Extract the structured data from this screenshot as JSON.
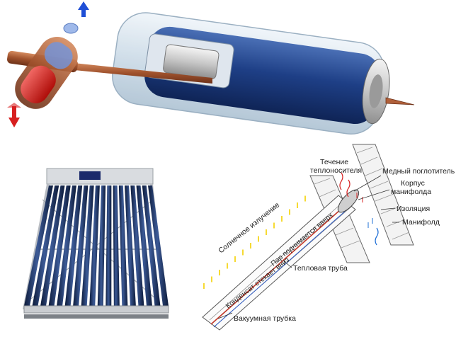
{
  "diagram": {
    "labels": {
      "heat_carrier_flow_line1": "Течение",
      "heat_carrier_flow_line2": "теплоносителя",
      "copper_absorber": "Медный поглотитель",
      "manifold_body_line1": "Корпус",
      "manifold_body_line2": "манифолда",
      "insulation": "Изоляция",
      "manifold": "Манифолд",
      "solar_radiation": "Солнечное излучение",
      "steam_rises": "Пар поднимается вверх",
      "heat_pipe": "Тепловая труба",
      "condensate_flows_down": "Конденсат стекает вниз",
      "vacuum_tube": "Вакуумная трубка"
    }
  },
  "colors": {
    "tube_blue": "#1e3f86",
    "copper": "#a0522d",
    "hot_red": "#d71f1f",
    "cold_blue": "#1f4fd6",
    "glass": "#c9d9e6",
    "sun_yellow": "#f4d000",
    "collector_frame": "#b8bcc2"
  },
  "icons": [
    "arrow-up-blue-icon",
    "arrow-down-red-icon"
  ]
}
